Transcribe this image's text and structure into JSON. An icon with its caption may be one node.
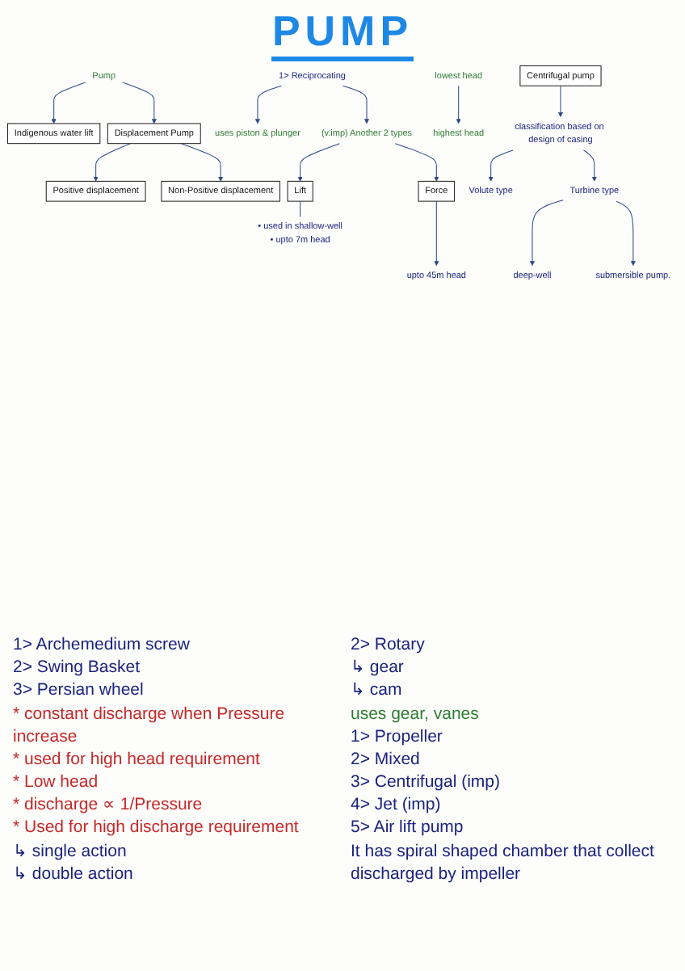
{
  "diagram": {
    "title": "PUMP",
    "nodes": [
      {
        "text": [
          "Pump"
        ]
      },
      {
        "text": [
          "Indigenous water lift"
        ]
      },
      {
        "text": [
          "Displacement Pump"
        ]
      },
      {
        "text": [
          "Positive displacement"
        ]
      },
      {
        "text": [
          "Non-Positive displacement"
        ]
      },
      {
        "text": [
          "1> Reciprocating"
        ]
      },
      {
        "text": [
          "uses piston & plunger"
        ]
      },
      {
        "text": [
          "(v.imp) Another 2 types"
        ]
      },
      {
        "text": [
          "Lift"
        ]
      },
      {
        "text": [
          "Force"
        ]
      },
      {
        "text": [
          "• used in shallow-well",
          "• upto 7m head"
        ]
      },
      {
        "text": [
          "upto 45m head"
        ]
      },
      {
        "text": [
          "lowest head"
        ]
      },
      {
        "text": [
          "highest head"
        ]
      },
      {
        "text": [
          "Centrifugal pump"
        ]
      },
      {
        "text": [
          "classification based on design of casing"
        ]
      },
      {
        "text": [
          "Volute type"
        ]
      },
      {
        "text": [
          "Turbine type"
        ]
      },
      {
        "text": [
          "deep-well"
        ]
      },
      {
        "text": [
          "submersible pump."
        ]
      }
    ],
    "edges": [
      {
        "from": 0,
        "to": 1,
        "arrow": "to"
      },
      {
        "from": 0,
        "to": 2,
        "arrow": "to"
      },
      {
        "from": 2,
        "to": 3,
        "arrow": "to"
      },
      {
        "from": 2,
        "to": 4,
        "arrow": "to"
      },
      {
        "from": 5,
        "to": 6,
        "arrow": "to"
      },
      {
        "from": 5,
        "to": 7,
        "arrow": "to"
      },
      {
        "from": 7,
        "to": 8,
        "arrow": "to"
      },
      {
        "from": 7,
        "to": 9,
        "arrow": "to"
      },
      {
        "from": 8,
        "to": 10,
        "arrow": "none"
      },
      {
        "from": 9,
        "to": 11,
        "arrow": "to"
      },
      {
        "from": 12,
        "to": 13,
        "arrow": "to"
      },
      {
        "from": 14,
        "to": 15,
        "arrow": "to"
      },
      {
        "from": 15,
        "to": 16,
        "arrow": "to"
      },
      {
        "from": 15,
        "to": 17,
        "arrow": "to"
      },
      {
        "from": 17,
        "to": 18,
        "arrow": "to"
      },
      {
        "from": 17,
        "to": 19,
        "arrow": "to"
      }
    ],
    "labels": [
      "1> Archemedium screw",
      "2> Swing Basket",
      "3> Persian wheel",
      "* constant discharge when Pressure increase",
      "* used for high head requirement",
      "* Low head",
      "* discharge ∝ 1/Pressure",
      "* Used for high discharge requirement",
      "↳ single action",
      "↳ double action",
      "2> Rotary",
      "↳ gear",
      "↳ cam",
      "uses gear, vanes",
      "1> Propeller",
      "2> Mixed",
      "3> Centrifugal (imp)",
      "4> Jet (imp)",
      "5> Air lift pump",
      "It has spiral shaped chamber that collect discharged by impeller"
    ]
  }
}
